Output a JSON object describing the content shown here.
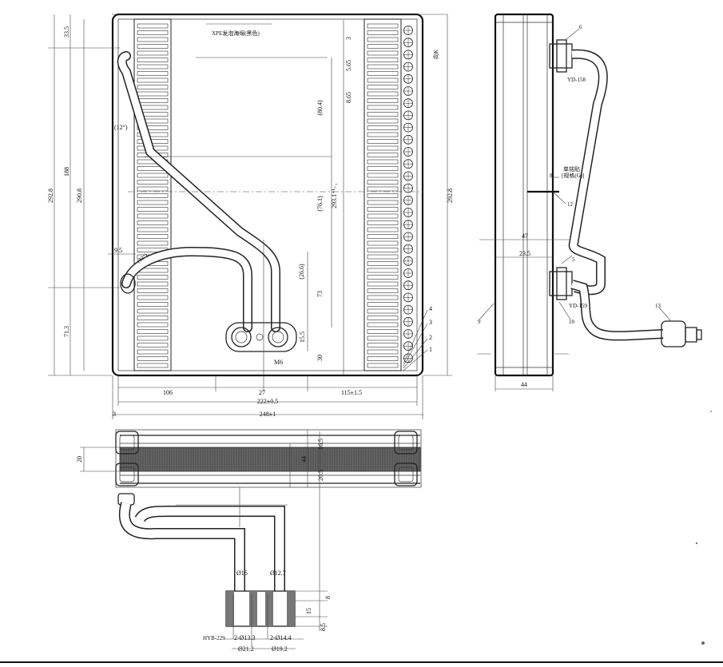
{
  "front_view": {
    "label_top": "XPE发泡海绵(黑色)",
    "left_dims": {
      "d33_5": "33.5",
      "d188": "188",
      "d292_8": "292.8",
      "d290_8": "290.8",
      "d71_3": "71.3",
      "d9_5": "9.5"
    },
    "angle": "(12°)",
    "angle2": "(12°)",
    "center_dims": {
      "d80_4": "(80.4)",
      "d76_1": "(76.1)",
      "d293_1": "293.1⁺¹₋₁",
      "d26_6": "(26.6)",
      "d73": "73",
      "d15_5": "15.5",
      "d30": "30"
    },
    "right_dims": {
      "d3": "3",
      "d5_65": "5.65",
      "d8_65": "8.65",
      "d292_8": "292.8"
    },
    "fin_labels": [
      "4",
      "3",
      "2",
      "1"
    ],
    "m6": "M6",
    "bottom_dims": {
      "d106": "106",
      "d27": "27",
      "d115": "115±1.5",
      "d222": "222±0.5",
      "d248": "248±1",
      "d3": "3"
    },
    "arrow_label": "向K"
  },
  "side_view": {
    "items": {
      "i6": "6",
      "i8": "8",
      "i12": "12",
      "i5": "5",
      "i9": "9",
      "i10": "10",
      "i13": "13"
    },
    "label_yd158": "YD-158",
    "label_yd159": "YD-159",
    "label_note1": "单铭贴",
    "label_note2": "[规格(G)]",
    "dims": {
      "d47": "47",
      "d23_5": "23.5",
      "d44": "44"
    }
  },
  "bottom_view": {
    "dims": {
      "d20": "20",
      "d44": "44",
      "d16_5": "16.5",
      "d20_5": "20.5",
      "d8": "8",
      "d15": "15",
      "d8_5": "8.5"
    },
    "pipe1": "Ø16",
    "pipe2": "Ø12.7",
    "hyb": "HYB-229",
    "holes1": "2-Ø13.3",
    "holes2": "2-Ø14.4",
    "od1": "Ø21.2",
    "od2": "Ø19.2"
  }
}
